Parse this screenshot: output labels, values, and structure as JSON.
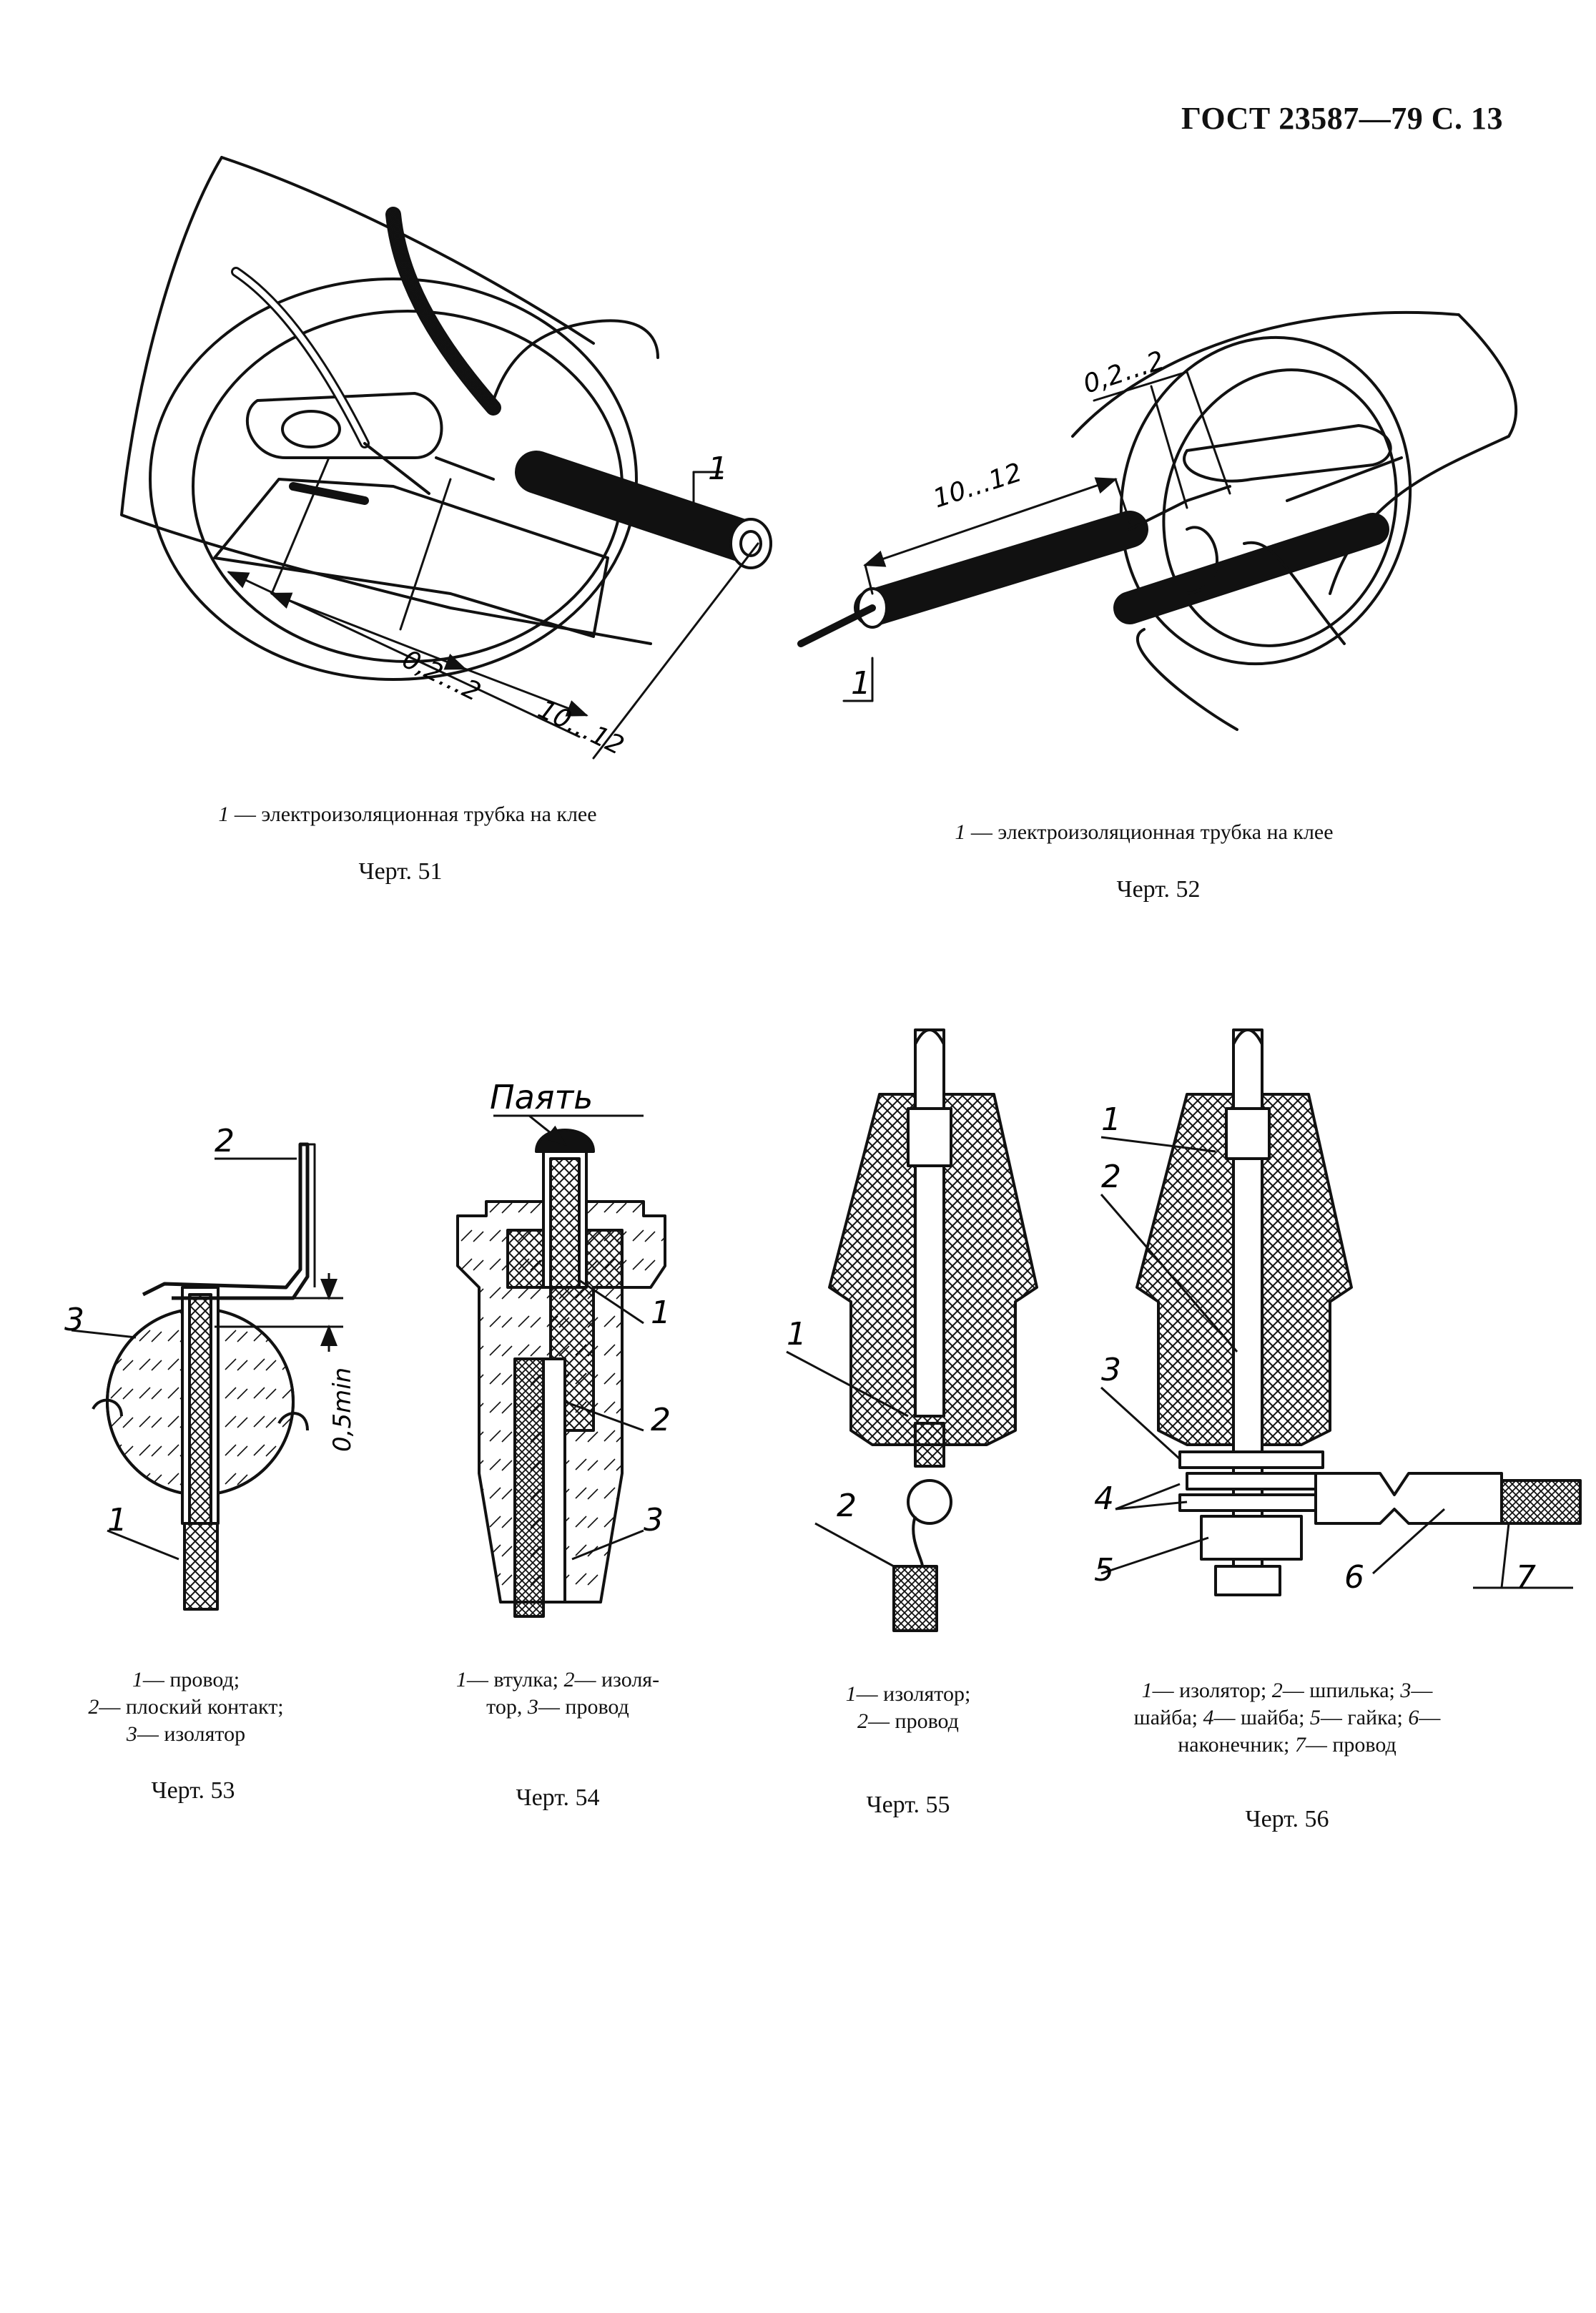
{
  "header": {
    "title": "ГОСТ 23587—79 С. 13"
  },
  "figures": [
    {
      "id": "51",
      "title": "Черт. 51",
      "legend": [
        {
          "num": "1",
          "text": "— электроизоляционная трубка на клее"
        }
      ],
      "callouts": [
        "1"
      ],
      "dims": [
        "0,2…2",
        "10…12"
      ]
    },
    {
      "id": "52",
      "title": "Черт. 52",
      "legend": [
        {
          "num": "1",
          "text": "— электроизоляционная трубка на клее"
        }
      ],
      "callouts": [
        "1"
      ],
      "dims": [
        "0,2…2",
        "10…12"
      ]
    },
    {
      "id": "53",
      "title": "Черт. 53",
      "legend": [
        {
          "num": "1",
          "text": "— провод;"
        },
        {
          "num": "2",
          "text": "— плоский контакт;"
        },
        {
          "num": "3",
          "text": "— изолятор"
        }
      ],
      "callouts": [
        "2",
        "3",
        "1"
      ],
      "dims": [
        "0,5min"
      ]
    },
    {
      "id": "54",
      "title": "Черт. 54",
      "legend_line1": [
        {
          "num": "1",
          "text": "— втулка; "
        },
        {
          "num": "2",
          "text": "— изоля-"
        }
      ],
      "legend_line2": [
        {
          "num": "",
          "text": "тор, "
        },
        {
          "num": "3",
          "text": "— провод"
        }
      ],
      "callouts": [
        "1",
        "2",
        "3"
      ],
      "annotation": "Паять"
    },
    {
      "id": "55",
      "title": "Черт. 55",
      "legend": [
        {
          "num": "1",
          "text": "— изолятор;"
        },
        {
          "num": "2",
          "text": "— провод"
        }
      ],
      "callouts": [
        "1",
        "2"
      ]
    },
    {
      "id": "56",
      "title": "Черт. 56",
      "legend_line1": [
        {
          "num": "1",
          "text": "— изолятор; "
        },
        {
          "num": "2",
          "text": "— шпилька; "
        },
        {
          "num": "3",
          "text": "—"
        }
      ],
      "legend_line2": [
        {
          "num": "",
          "text": "шайба; "
        },
        {
          "num": "4",
          "text": "— шайба; "
        },
        {
          "num": "5",
          "text": "— гайка; "
        },
        {
          "num": "6",
          "text": "—"
        }
      ],
      "legend_line3": [
        {
          "num": "",
          "text": "наконечник; "
        },
        {
          "num": "7",
          "text": "— провод"
        }
      ],
      "callouts": [
        "1",
        "2",
        "3",
        "4",
        "5",
        "6",
        "7"
      ]
    }
  ]
}
